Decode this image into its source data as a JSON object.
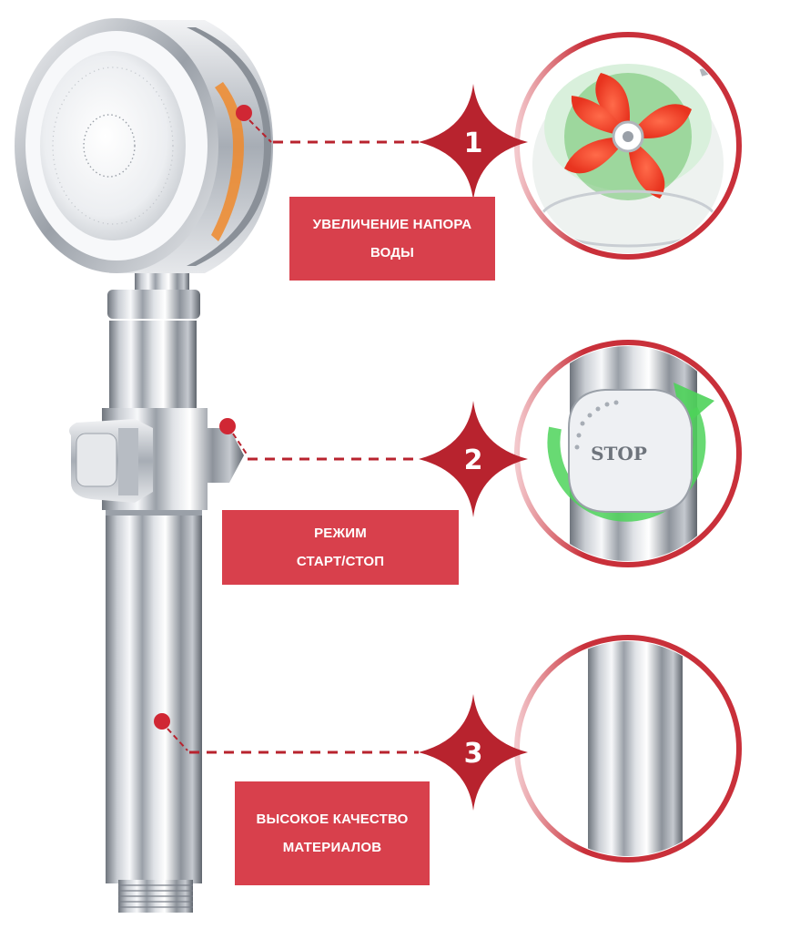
{
  "features": [
    {
      "number": "1",
      "label_lines": [
        "УВЕЛИЧЕНИЕ НАПОРА",
        "ВОДЫ"
      ]
    },
    {
      "number": "2",
      "label_lines": [
        "РЕЖИМ",
        "СТАРТ/СТОП"
      ]
    },
    {
      "number": "3",
      "label_lines": [
        "ВЫСОКОЕ КАЧЕСТВО",
        "МАТЕРИАЛОВ"
      ]
    }
  ],
  "stop_button_text": "STOP",
  "colors": {
    "accent_red": "#d8404c",
    "badge_red": "#b8232e",
    "ring_red": "#c9303a",
    "chrome_dark": "#6f757d",
    "chrome_light": "#eef0f3",
    "arrow_green": "#4ed35a"
  }
}
